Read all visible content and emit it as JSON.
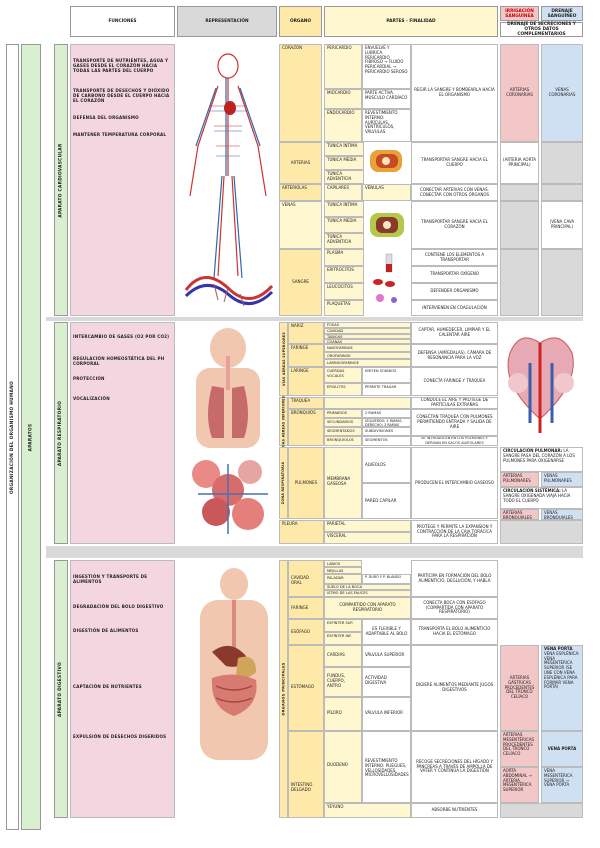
{
  "headers": {
    "funciones": "FUNCIONES",
    "representacion": "REPRESENTACIÓN",
    "organo": "ÓRGANO",
    "partes": "PARTES - FINALIDAD",
    "irrigacion": "IRRIGACIÓN SANGUÍNEA",
    "drenaje": "DRENAJE SANGUÍNEO",
    "drenaje_note": "DRENAJE DE SECRECIONES Y OTROS DATOS COMPLEMENTARIOS"
  },
  "side": {
    "organizacion": "ORGANIZACIÓN DEL ORGANISMO HUMANO",
    "aparatos": "APARATOS",
    "cardio": "APARATO CARDIOVASCULAR",
    "resp": "APARATO RESPIRATORIO",
    "dig": "APARATO DIGESTIVO",
    "vias_sup": "VÍAS AÉREAS SUPERIORES",
    "vias_inf": "VÍAS AÉREAS INFERIORES",
    "zona_resp": "ZONA RESPIRATORIA",
    "organos_ppal": "ÓRGANOS PRINCIPALES"
  },
  "cardio": {
    "funciones": [
      "TRANSPORTE DE NUTRIENTES, AGUA Y GASES DESDE EL CORAZÓN HACIA TODAS LAS PARTES DEL CUERPO",
      "TRANSPORTE DE DESECHOS Y DIÓXIDO DE CARBONO DESDE EL CUERPO HACIA EL CORAZÓN",
      "DEFENSA DEL ORGANISMO",
      "MANTENER TEMPERATURA CORPORAL"
    ],
    "corazon": "CORAZÓN",
    "pericardio": "PERICARDIO",
    "pericardio_desc": "ENVUELVE Y LUBRICA. PERICARDIO FIBROSO → FLUIDO PERICARDIAL → PERICARDIO SEROSO",
    "miocardio": "MIOCARDIO",
    "miocardio_desc": "PARTE ACTIVA. MÚSCULO CARDÍACO",
    "endocardio": "ENDOCARDIO",
    "endocardio_desc": "REVESTIMIENTO INTERNO: AURÍCULAS, VENTRÍCULOS, VÁLVULAS",
    "corazon_fin": "REGIR LA SANGRE Y BOMBEARLA HACIA EL ORGANISMO",
    "corazon_irr": "ARTERIAS CORONARIAS",
    "corazon_dren": "VENAS CORONARIAS",
    "arterias": "ARTERIAS",
    "tunica_intima": "TÚNICA ÍNTIMA",
    "tunica_media": "TÚNICA MEDIA",
    "tunica_adventicia": "TÚNICA ADVENTICIA",
    "arterias_fin": "TRANSPORTAR SANGRE HACIA EL CUERPO",
    "arterias_irr": "(ARTERIA AORTA PRINCIPAL)",
    "arteriolas": "ARTERIOLAS",
    "capilares": "CAPILARES",
    "venulas": "VÉNULAS",
    "arteriolas_fin": "CONECTAR ARTERIAS CON VENAS. CONECTAR CON OTROS ÓRGANOS",
    "venas": "VENAS",
    "venas_fin": "TRANSPORTAR SANGRE HACIA EL CORAZÓN",
    "venas_dren": "(VENA CAVA PRINCIPAL)",
    "sangre": "SANGRE",
    "plasma": "PLASMA",
    "plasma_fin": "CONTIENE LOS ELEMENTOS A TRANSPORTAR",
    "eritrocitos": "ERITROCITOS",
    "eritrocitos_fin": "TRANSPORTAR OXÍGENO",
    "leucocitos": "LEUCOCITOS",
    "leucocitos_fin": "DEFENDER ORGANISMO",
    "plaquetas": "PLAQUETAS",
    "plaquetas_fin": "INTERVIENEN EN COAGULACIÓN"
  },
  "resp": {
    "funciones": [
      "INTERCAMBIO DE GASES (O2 POR CO2)",
      "REGULACIÓN HOMEOSTÁTICA DEL PH CORPORAL",
      "PROTECCIÓN",
      "VOCALIZACIÓN"
    ],
    "nariz": "NARIZ",
    "nariz_parts": [
      "FOSAS",
      "CAVIDAD",
      "TABIQUE",
      "COANAS"
    ],
    "nariz_fin": "CAPTAR, HUMEDECER, LIMPIAR Y EL CALENTAR AIRE",
    "faringe": "FARINGE",
    "faringe_parts": [
      "NASOFARINGE",
      "OROFARINGE",
      "LARINGOFARINGE"
    ],
    "faringe_fin": "DEFENSA (AMÍGDALAS). CÁMARA DE RESONANCIA PARA LA VOZ",
    "laringe": "LARINGE",
    "laringe_parts": [
      "CUERDAS VOCALES",
      "EPIGLOTIS"
    ],
    "laringe_desc": [
      "EMITEN SONIDOS",
      "PERMITE TRAGAR"
    ],
    "laringe_fin": "CONECTA FARINGE Y TRÁQUEA",
    "traquea": "TRÁQUEA",
    "traquea_fin": "CONDUCE EL AIRE Y PROTEGE DE PARTÍCULAS EXTRAÑAS",
    "bronquios": "BRONQUIOS",
    "primarios": "PRIMARIOS",
    "primarios_desc": "2 RAMAS",
    "secundarios": "SECUNDARIOS",
    "secundarios_desc": "IZQUIERDO: 2 RAMAS. DERECHO: 3 RAMAS",
    "segmentados": "SEGMENTADOS",
    "segmentados_desc": "SUBDIVISIONES",
    "bronquiolos": "BRONQUIOLOS",
    "bronquiolos_desc": "SEGMENTOS",
    "bronquios_fin": "CONECTAN TRÁQUEA CON PULMONES PERMITIENDO ENTRADA Y SALIDA DE AIRE",
    "bronquiolos_fin": "SE INTRODUCEN EN LOS PULMONES Y DERIVAN EN SACOS ALVEOLARES",
    "pulmones": "PULMONES",
    "membrana": "MEMBRANA GASEOSA",
    "alveolos": "ALVEOLOS",
    "pared_capilar": "PARED CAPILAR",
    "pulmones_fin": "PRODUCEN EL INTERCAMBIO GASEOSO",
    "circ_pulmonar_title": "CIRCULACIÓN PULMONAR:",
    "circ_pulmonar": "LA SANGRE PASA DEL CORAZÓN A LOS PULMONES PARA OXIGENARSE",
    "art_pulmonares": "ARTERIAS PULMONARES",
    "ven_pulmonares": "VENAS PULMONARES",
    "circ_sistemica_title": "CIRCULACIÓN SISTÉMICA:",
    "circ_sistemica": "LA SANGRE OXIGENADA VIAJA HACIA TODO EL CUERPO",
    "art_bronquiales": "ARTERIAS BRONQUIALES",
    "ven_bronquiales": "VENAS BRONQUIALES",
    "pleura": "PLEURA",
    "parietal": "PARIETAL",
    "visceral": "VISCERAL",
    "pleura_fin": "PROTEGE Y PERMITE LA EXPANSIÓN Y CONTRACCIÓN DE LA CAJA TORÁCICA PARA LA RESPIRACIÓN"
  },
  "dig": {
    "funciones": [
      "INGESTIÓN Y TRANSPORTE DE ALIMENTOS",
      "DEGRADACIÓN DEL BOLO DIGESTIVO",
      "DIGESTIÓN DE ALIMENTOS",
      "CAPTACIÓN DE NUTRIENTES",
      "EXPULSIÓN DE DESECHOS DIGERIDOS"
    ],
    "cavidad_oral": "CAVIDAD ORAL",
    "oral_parts": [
      "LABIOS",
      "MEJILLAS",
      "PALADAR",
      "SUELO DE LA BOCA",
      "ISTMO DE LAS FAUCES"
    ],
    "paladar_desc": "P. DURO Y P. BLANDO",
    "oral_fin": "PARTICIPA EN FORMACIÓN DEL BOLO ALIMENTICIO, DEGLUCIÓN, Y HABLA",
    "faringe": "FARINGE",
    "faringe_desc": "COMPARTIDO CON APARATO RESPIRATORIO",
    "faringe_fin": "CONECTA BOCA CON ESÓFAGO (COMPARTIDA CON APARATO RESPIRATORIO)",
    "esofago": "ESÓFAGO",
    "esf_sup": "ESFÍNTER SUP.",
    "esf_inf": "ESFÍNTER INF.",
    "esofago_desc": "ES FLEXIBLE Y ADAPTABLE AL BOLO",
    "esofago_fin": "TRANSPORTA EL BOLO ALIMENTICIO HACIA EL ESTÓMAGO",
    "estomago": "ESTÓMAGO",
    "cardias": "CARDIAS",
    "cardias_desc": "VÁLVULA SUPERIOR",
    "fundus": "FUNDUS, CUERPO, ANTRO",
    "fundus_desc": "ACTIVIDAD DIGESTIVA",
    "piloro": "PÍLORO",
    "piloro_desc": "VÁLVULA INFERIOR",
    "estomago_fin": "DIGIERE ALIMENTOS MEDIANTE JUGOS DIGESTIVOS",
    "estomago_irr": "ARTERIAS GÁSTRICAS PROCEDENTES DEL TRONCO CELÍACO",
    "vena_porta": "VENA PORTA",
    "estomago_dren": "VENA ESPLÉNICA: VENA MESENTÉRICA SUPERIOR (SE UNE CON VENA ESPLÉNICA PARA FORMAR VENA PORTA)",
    "intestino": "INTESTINO DELGADO",
    "duodeno": "DUODENO",
    "duodeno_desc": "REVESTIMIENTO INTERNO: PLIEGUES, VELLOSIDADES, MICROVELLOSIDADES",
    "duodeno_fin": "RECOGE SECRECIONES DEL HÍGADO Y PÁNCREAS A TRAVÉS DE AMPOLLA DE VATER Y CONTINÚA LA DIGESTIÓN",
    "intestino_irr1": "ARTERIAS MESENTÉRICAS PROCEDENTES DEL TRONCO CELÍACO",
    "intestino_irr2": "AORTA ABDOMINAL → ARTERIA MESENTÉRICA SUPERIOR",
    "vena_porta2": "VENA PORTA",
    "intestino_dren": "VENA MESENTÉRICA SUPERIOR → VENA PORTA",
    "yeyuno": "YEYUNO",
    "yeyuno_fin": "ABSORBE NUTRIENTES"
  }
}
